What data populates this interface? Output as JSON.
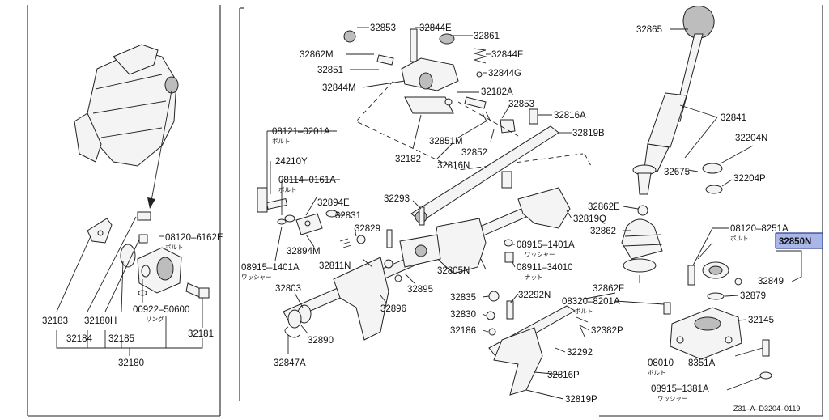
{
  "parts": {
    "p32853": "32853",
    "p32844E": "32844E",
    "p32861": "32861",
    "p32862M": "32862M",
    "p32844F": "32844F",
    "p32851": "32851",
    "p32844G": "32844G",
    "p32844M": "32844M",
    "p32182A": "32182A",
    "p32853b": "32853",
    "p32816A": "32816A",
    "p08121": "08121–0201A",
    "p08121jp": "ボルト",
    "p32819B": "32819B",
    "p32851M": "32851M",
    "p32852": "32852",
    "p32182": "32182",
    "p32816N": "32816N",
    "p24210Y": "24210Y",
    "p08114": "08114–0161A",
    "p08114jp": "ボルト",
    "p32293": "32293",
    "p32894E": "32894E",
    "p32862E": "32862E",
    "p32819Q": "32819Q",
    "p32831": "32831",
    "p32829": "32829",
    "p32862": "32862",
    "p32894M": "32894M",
    "p08915a": "08915–1401A",
    "p08915ajp": "ワッシャー",
    "p08915b": "08915–1401A",
    "p08915bjp": "ワッシャー",
    "p32811N": "32811N",
    "p32805N": "32805N",
    "p08911": "08911–34010",
    "p08911jp": "ナット",
    "p32803": "32803",
    "p32895": "32895",
    "p32862F": "32862F",
    "p32835": "32835",
    "p32292N": "32292N",
    "p08320": "08320–8201A",
    "p08320jp": "ボルト",
    "p32830": "32830",
    "p32896": "32896",
    "p32186": "32186",
    "p32382P": "32382P",
    "p32890": "32890",
    "p32292": "32292",
    "p32847A": "32847A",
    "p32816P": "32816P",
    "p32819P": "32819P",
    "p32865": "32865",
    "p32841": "32841",
    "p32204N": "32204N",
    "p32675": "32675",
    "p32204P": "32204P",
    "p08120a": "08120–8251A",
    "p08120ajp": "ボルト",
    "p32850N": "32850N",
    "p32849": "32849",
    "p32879": "32879",
    "p32145": "32145",
    "p08010": "08010",
    "p08010jp": "ボルト",
    "p8351A": "8351A",
    "p08915c": "08915–1381A",
    "p08915cjp": "ワッシャー",
    "p08120b": "08120–6162E",
    "p08120bjp": "ボルト",
    "p00922": "00922–50600",
    "p00922jp": "リング",
    "p32183": "32183",
    "p32180H": "32180H",
    "p32184": "32184",
    "p32185": "32185",
    "p32181": "32181",
    "p32180": "32180"
  },
  "diagram_code": "Z31–A–D3204–0119",
  "colors": {
    "highlight_fill": "#a9b7e8",
    "highlight_stroke": "#2d3f8f"
  }
}
